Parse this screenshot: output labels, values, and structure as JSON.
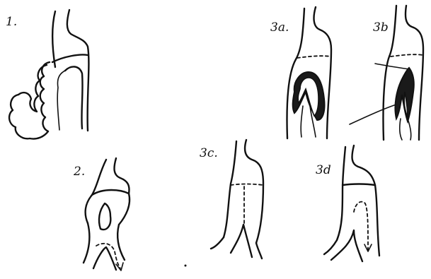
{
  "figure": {
    "labels": {
      "p1": "1.",
      "p2": "2.",
      "p3a": "3a.",
      "p3b": "3b",
      "p3c": "3c.",
      "p3d": "3d"
    }
  }
}
